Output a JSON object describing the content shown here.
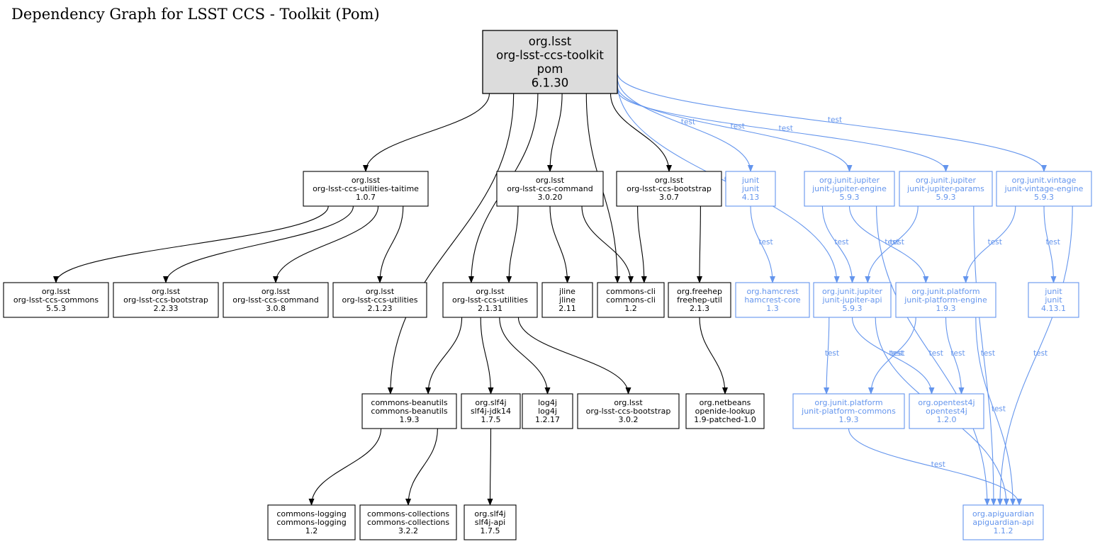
{
  "title": "Dependency Graph for LSST CCS - Toolkit (Pom)",
  "colors": {
    "compile": "#000000",
    "test": "#6495ed",
    "root_fill": "#dcdcdc"
  },
  "nodes": [
    {
      "id": "root",
      "lines": [
        "org.lsst",
        "org-lsst-ccs-toolkit",
        "pom",
        "6.1.30"
      ],
      "scope": "root"
    },
    {
      "id": "taitime",
      "lines": [
        "org.lsst",
        "org-lsst-ccs-utilities-taitime",
        "1.0.7"
      ],
      "scope": "compile"
    },
    {
      "id": "command3020",
      "lines": [
        "org.lsst",
        "org-lsst-ccs-command",
        "3.0.20"
      ],
      "scope": "compile"
    },
    {
      "id": "bootstrap307",
      "lines": [
        "org.lsst",
        "org-lsst-ccs-bootstrap",
        "3.0.7"
      ],
      "scope": "compile"
    },
    {
      "id": "junit413",
      "lines": [
        "junit",
        "junit",
        "4.13"
      ],
      "scope": "test"
    },
    {
      "id": "jupiterengine",
      "lines": [
        "org.junit.jupiter",
        "junit-jupiter-engine",
        "5.9.3"
      ],
      "scope": "test"
    },
    {
      "id": "jupiterparams",
      "lines": [
        "org.junit.jupiter",
        "junit-jupiter-params",
        "5.9.3"
      ],
      "scope": "test"
    },
    {
      "id": "vintage",
      "lines": [
        "org.junit.vintage",
        "junit-vintage-engine",
        "5.9.3"
      ],
      "scope": "test"
    },
    {
      "id": "commons553",
      "lines": [
        "org.lsst",
        "org-lsst-ccs-commons",
        "5.5.3"
      ],
      "scope": "compile"
    },
    {
      "id": "bootstrap2233",
      "lines": [
        "org.lsst",
        "org-lsst-ccs-bootstrap",
        "2.2.33"
      ],
      "scope": "compile"
    },
    {
      "id": "command308",
      "lines": [
        "org.lsst",
        "org-lsst-ccs-command",
        "3.0.8"
      ],
      "scope": "compile"
    },
    {
      "id": "utilities2123",
      "lines": [
        "org.lsst",
        "org-lsst-ccs-utilities",
        "2.1.23"
      ],
      "scope": "compile"
    },
    {
      "id": "utilities2131",
      "lines": [
        "org.lsst",
        "org-lsst-ccs-utilities",
        "2.1.31"
      ],
      "scope": "compile"
    },
    {
      "id": "jline",
      "lines": [
        "jline",
        "jline",
        "2.11"
      ],
      "scope": "compile"
    },
    {
      "id": "commonscli",
      "lines": [
        "commons-cli",
        "commons-cli",
        "1.2"
      ],
      "scope": "compile"
    },
    {
      "id": "freehep",
      "lines": [
        "org.freehep",
        "freehep-util",
        "2.1.3"
      ],
      "scope": "compile"
    },
    {
      "id": "hamcrest",
      "lines": [
        "org.hamcrest",
        "hamcrest-core",
        "1.3"
      ],
      "scope": "test"
    },
    {
      "id": "jupiterapi",
      "lines": [
        "org.junit.jupiter",
        "junit-jupiter-api",
        "5.9.3"
      ],
      "scope": "test"
    },
    {
      "id": "platformengine",
      "lines": [
        "org.junit.platform",
        "junit-platform-engine",
        "1.9.3"
      ],
      "scope": "test"
    },
    {
      "id": "junit4131",
      "lines": [
        "junit",
        "junit",
        "4.13.1"
      ],
      "scope": "test"
    },
    {
      "id": "beanutils",
      "lines": [
        "commons-beanutils",
        "commons-beanutils",
        "1.9.3"
      ],
      "scope": "compile"
    },
    {
      "id": "slf4jjdk14",
      "lines": [
        "org.slf4j",
        "slf4j-jdk14",
        "1.7.5"
      ],
      "scope": "compile"
    },
    {
      "id": "log4j",
      "lines": [
        "log4j",
        "log4j",
        "1.2.17"
      ],
      "scope": "compile"
    },
    {
      "id": "bootstrap302",
      "lines": [
        "org.lsst",
        "org-lsst-ccs-bootstrap",
        "3.0.2"
      ],
      "scope": "compile"
    },
    {
      "id": "openide",
      "lines": [
        "org.netbeans",
        "openide-lookup",
        "1.9-patched-1.0"
      ],
      "scope": "compile"
    },
    {
      "id": "platformcommons",
      "lines": [
        "org.junit.platform",
        "junit-platform-commons",
        "1.9.3"
      ],
      "scope": "test"
    },
    {
      "id": "opentest4j",
      "lines": [
        "org.opentest4j",
        "opentest4j",
        "1.2.0"
      ],
      "scope": "test"
    },
    {
      "id": "commonslogging",
      "lines": [
        "commons-logging",
        "commons-logging",
        "1.2"
      ],
      "scope": "compile"
    },
    {
      "id": "commonscollections",
      "lines": [
        "commons-collections",
        "commons-collections",
        "3.2.2"
      ],
      "scope": "compile"
    },
    {
      "id": "slf4japi",
      "lines": [
        "org.slf4j",
        "slf4j-api",
        "1.7.5"
      ],
      "scope": "compile"
    },
    {
      "id": "apiguardian",
      "lines": [
        "org.apiguardian",
        "apiguardian-api",
        "1.1.2"
      ],
      "scope": "test"
    }
  ],
  "edges": [
    {
      "from": "root",
      "to": "taitime",
      "label": ""
    },
    {
      "from": "root",
      "to": "command3020",
      "label": ""
    },
    {
      "from": "root",
      "to": "bootstrap307",
      "label": ""
    },
    {
      "from": "root",
      "to": "utilities2131",
      "label": ""
    },
    {
      "from": "root",
      "to": "commonscli",
      "label": ""
    },
    {
      "from": "root",
      "to": "beanutils",
      "label": ""
    },
    {
      "from": "root",
      "to": "junit413",
      "label": "test"
    },
    {
      "from": "root",
      "to": "jupiterapi",
      "label": "test"
    },
    {
      "from": "root",
      "to": "jupiterengine",
      "label": "test"
    },
    {
      "from": "root",
      "to": "jupiterparams",
      "label": "test"
    },
    {
      "from": "root",
      "to": "vintage",
      "label": "test"
    },
    {
      "from": "taitime",
      "to": "commons553",
      "label": ""
    },
    {
      "from": "taitime",
      "to": "bootstrap2233",
      "label": ""
    },
    {
      "from": "taitime",
      "to": "command308",
      "label": ""
    },
    {
      "from": "taitime",
      "to": "utilities2123",
      "label": ""
    },
    {
      "from": "command3020",
      "to": "utilities2131",
      "label": ""
    },
    {
      "from": "command3020",
      "to": "jline",
      "label": ""
    },
    {
      "from": "command3020",
      "to": "commonscli",
      "label": ""
    },
    {
      "from": "bootstrap307",
      "to": "commonscli",
      "label": ""
    },
    {
      "from": "bootstrap307",
      "to": "freehep",
      "label": ""
    },
    {
      "from": "junit413",
      "to": "hamcrest",
      "label": "test"
    },
    {
      "from": "jupiterengine",
      "to": "jupiterapi",
      "label": "test"
    },
    {
      "from": "jupiterengine",
      "to": "platformengine",
      "label": "test"
    },
    {
      "from": "jupiterengine",
      "to": "apiguardian",
      "label": "test"
    },
    {
      "from": "jupiterparams",
      "to": "jupiterapi",
      "label": "test"
    },
    {
      "from": "jupiterparams",
      "to": "apiguardian",
      "label": "test"
    },
    {
      "from": "vintage",
      "to": "platformengine",
      "label": "test"
    },
    {
      "from": "vintage",
      "to": "junit4131",
      "label": "test"
    },
    {
      "from": "vintage",
      "to": "apiguardian",
      "label": "test"
    },
    {
      "from": "utilities2131",
      "to": "beanutils",
      "label": ""
    },
    {
      "from": "utilities2131",
      "to": "slf4jjdk14",
      "label": ""
    },
    {
      "from": "utilities2131",
      "to": "log4j",
      "label": ""
    },
    {
      "from": "utilities2131",
      "to": "bootstrap302",
      "label": ""
    },
    {
      "from": "freehep",
      "to": "openide",
      "label": ""
    },
    {
      "from": "jupiterapi",
      "to": "platformcommons",
      "label": "test"
    },
    {
      "from": "jupiterapi",
      "to": "opentest4j",
      "label": "test"
    },
    {
      "from": "jupiterapi",
      "to": "apiguardian",
      "label": "test"
    },
    {
      "from": "platformengine",
      "to": "platformcommons",
      "label": "test"
    },
    {
      "from": "platformengine",
      "to": "opentest4j",
      "label": "test"
    },
    {
      "from": "platformengine",
      "to": "apiguardian",
      "label": "test"
    },
    {
      "from": "beanutils",
      "to": "commonslogging",
      "label": ""
    },
    {
      "from": "beanutils",
      "to": "commonscollections",
      "label": ""
    },
    {
      "from": "slf4jjdk14",
      "to": "slf4japi",
      "label": ""
    },
    {
      "from": "platformcommons",
      "to": "apiguardian",
      "label": "test"
    }
  ]
}
